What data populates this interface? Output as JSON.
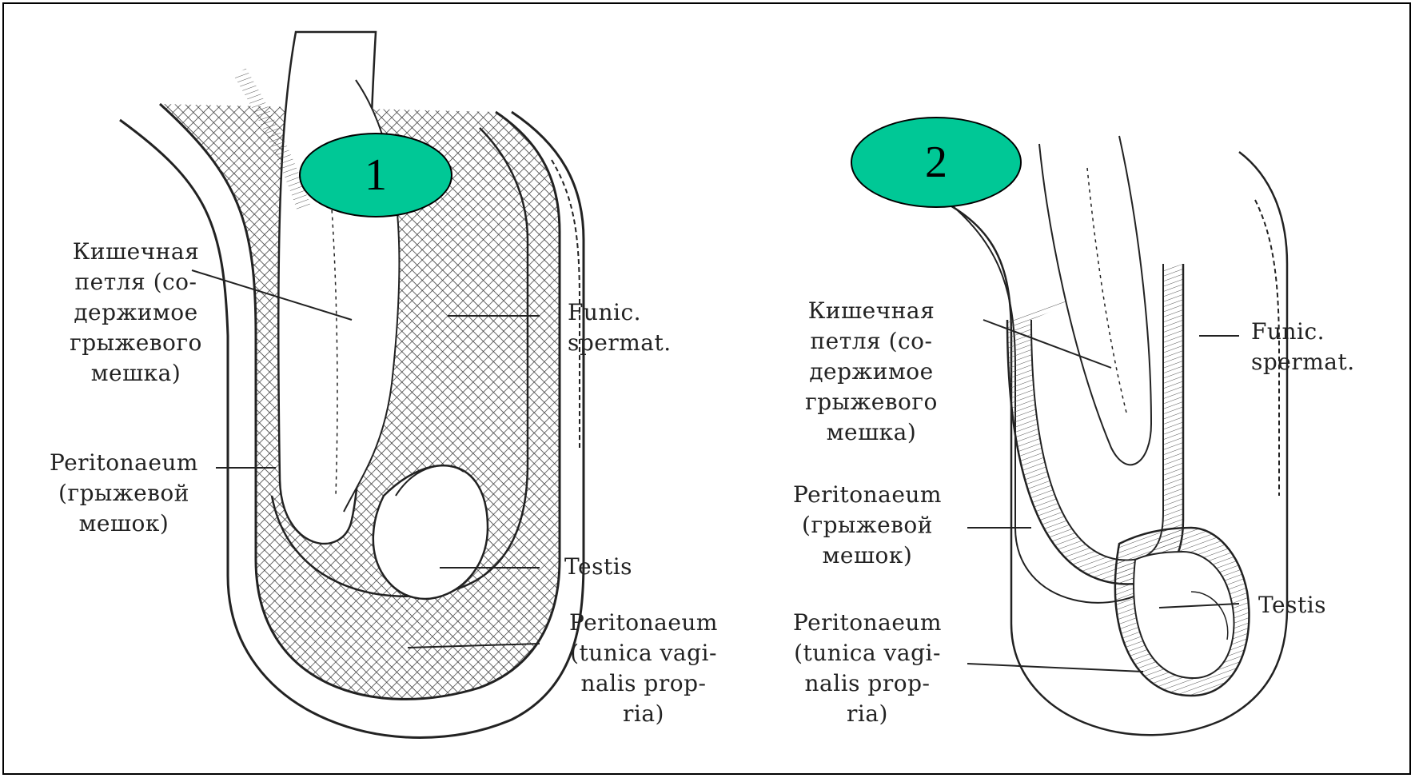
{
  "diagrams": [
    {
      "badge": "1",
      "labels": {
        "intestinal_loop": "Кишечная\nпетля (со-\nдержимое\nгрыжевого\nмешка)",
        "peritoneum_sac": "Peritonaeum\n(грыжевой\nмешок)",
        "funic": "Funic.\nspermat.",
        "testis": "Testis",
        "peritoneum_tunica": "Peritonaeum\n(tunica vagi-\nnalis prop-\nria)"
      }
    },
    {
      "badge": "2",
      "labels": {
        "intestinal_loop": "Кишечная\nпетля (со-\nдержимое\nгрыжевого\nмешка)",
        "peritoneum_sac": "Peritonaeum\n(грыжевой\nмешок)",
        "funic": "Funic.\nspermat.",
        "testis": "Testis",
        "peritoneum_tunica": "Peritonaeum\n(tunica vagi-\nnalis prop-\nria)"
      }
    }
  ],
  "colors": {
    "badge": "#00c896",
    "ink": "#222222",
    "frame": "#000000"
  }
}
